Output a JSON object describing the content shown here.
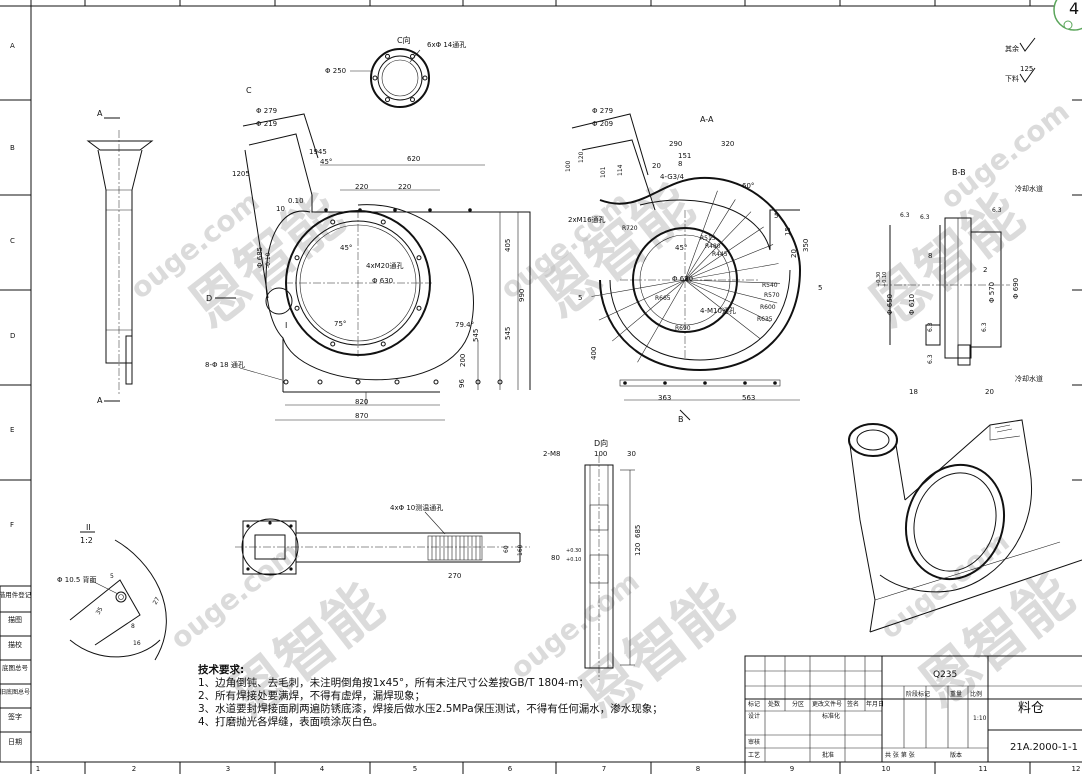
{
  "border": {
    "col_numbers": [
      "1",
      "2",
      "3",
      "4",
      "5",
      "6",
      "7",
      "8",
      "9",
      "10",
      "11",
      "12"
    ],
    "row_letters": [
      "A",
      "B",
      "C",
      "D",
      "E",
      "F"
    ],
    "left_labels": [
      "借用件登记",
      "描图",
      "描校",
      "底图总号",
      "签字",
      "日期"
    ],
    "left_label_extra": "旧底图总号"
  },
  "page_badge": "4",
  "roughness": {
    "machined": "其余",
    "blank": "下料",
    "value": "125"
  },
  "views": {
    "side_label": "A",
    "view_c": "C向",
    "c_note": "6xΦ 14通孔",
    "c_dim": "Φ 250",
    "section_aa": "A-A",
    "section_bb": "B-B",
    "b_label": "B",
    "c_label": "C",
    "d_label": "D",
    "d_view": "D向",
    "detail_id": "II",
    "detail_scale": "1:2",
    "detail_roman": "I"
  },
  "dims_front": {
    "d279": "Φ 279",
    "d219": "Φ 219",
    "a1945": "1945",
    "ang45": "45°",
    "w620": "620",
    "w220a": "220",
    "w220b": "220",
    "r1205": "1205",
    "t10": "10",
    "t010": "0.10",
    "d685": "Φ 685",
    "tol": "-0.10",
    "ang45b": "45°",
    "holes": "4xM20通孔",
    "d630": "Φ 630",
    "ang75": "75°",
    "ang794": "79.4°",
    "h405": "405",
    "h990": "990",
    "h545": "545",
    "h200": "200",
    "h545b": "545",
    "h96": "96",
    "w820": "820",
    "w870": "870",
    "holes8": "8-Φ 18 通孔"
  },
  "dims_section": {
    "d279": "Φ 279",
    "d209": "Φ 209",
    "w290": "290",
    "w320": "320",
    "w151": "151",
    "w8": "8",
    "r20": "20",
    "g4": "4-G3/4",
    "ang60": "60°",
    "r5": "5",
    "h15": "15",
    "h350": "350",
    "h20": "20",
    "h400": "400",
    "w363": "363",
    "w563": "563",
    "m16": "2xM16通孔",
    "m10": "4-M10通孔",
    "d630": "Φ 630",
    "ang45": "45°",
    "r1": "R515",
    "r2": "R480",
    "r3": "R445",
    "r4": "R540",
    "r5b": "R570",
    "r6": "R600",
    "r7": "R635",
    "r8": "R665",
    "r9": "R690",
    "r10": "R720",
    "s5": "5",
    "s5b": "5",
    "v100": "100",
    "v120": "120",
    "v101": "101",
    "v114": "114"
  },
  "dims_bb": {
    "r63a": "6.3",
    "r63b": "6.3",
    "r63c": "6.3",
    "r63d": "6.3",
    "r63e": "6.3",
    "r63f": "6.3",
    "cooling_top": "冷却水道",
    "cooling_bot": "冷却水道",
    "d650": "Φ 650",
    "d610": "Φ 610",
    "d570": "Φ 570",
    "d690": "Φ 690",
    "t8": "8",
    "t2": "2",
    "w18": "18",
    "w20": "20",
    "tol1": "+0.30",
    "tol2": "+0.10"
  },
  "dims_plan": {
    "note": "4xΦ 10测温通孔",
    "w270": "270",
    "h160": "160",
    "h60": "60"
  },
  "dims_d": {
    "m8": "2-M8",
    "w100": "100",
    "w30": "30",
    "h685": "685",
    "h120": "120",
    "d80": "80",
    "tol1": "+0.30",
    "tol2": "+0.10"
  },
  "dims_detail": {
    "d105": "Φ 10.5 背面",
    "v5": "5",
    "v35": "35",
    "v27": "27",
    "v8": "8",
    "v16": "16"
  },
  "notes": {
    "title": "技术要求:",
    "lines": [
      "1、边角倒钝、去毛刺，未注明倒角按1x45°，所有未注尺寸公差按GB/T 1804-m；",
      "2、所有焊接处要满焊，不得有虚焊，漏焊现象；",
      "3、水道要封焊接面刷两遍防锈底漆，焊接后做水压2.5MPa保压测试，不得有任何漏水，渗水现象；",
      "4、打磨抛光各焊缝，表面喷涂灰白色。"
    ]
  },
  "title_block": {
    "material": "Q235",
    "part_name": "料仓",
    "drawing_no": "21A.2000-1-1",
    "scale": "1:10",
    "headers": [
      "标记",
      "处数",
      "分区",
      "更改文件号",
      "签名",
      "年月日"
    ],
    "stage_label": "阶段标记",
    "weight_label": "重量",
    "scale_label": "比例",
    "designer": "设计",
    "standard": "标准化",
    "review": "审核",
    "process": "工艺",
    "approve": "批准",
    "sheets": "共 张 第 张",
    "version": "版本"
  },
  "watermark": {
    "brand": "恩智能",
    "site": "ouge.com"
  }
}
